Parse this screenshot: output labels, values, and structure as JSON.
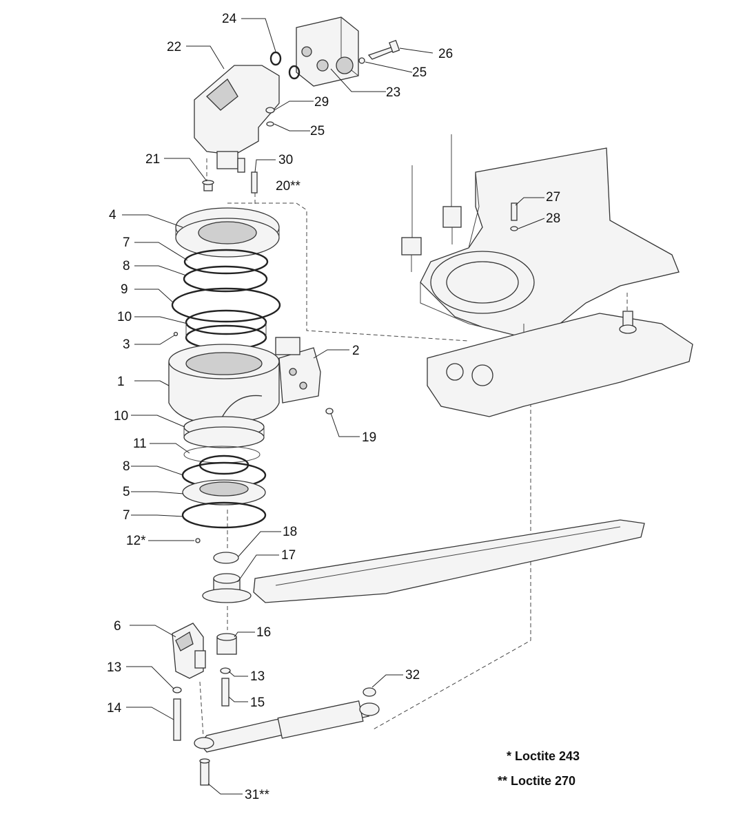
{
  "callouts": {
    "c1": "1",
    "c2": "2",
    "c3": "3",
    "c4": "4",
    "c5": "5",
    "c6": "6",
    "c7a": "7",
    "c7b": "7",
    "c8a": "8",
    "c8b": "8",
    "c9": "9",
    "c10a": "10",
    "c10b": "10",
    "c11": "11",
    "c12": "12*",
    "c13a": "13",
    "c13b": "13",
    "c14": "14",
    "c15": "15",
    "c16": "16",
    "c17": "17",
    "c18": "18",
    "c19": "19",
    "c20": "20**",
    "c21": "21",
    "c22": "22",
    "c23": "23",
    "c24": "24",
    "c25a": "25",
    "c25b": "25",
    "c26": "26",
    "c27": "27",
    "c28": "28",
    "c29": "29",
    "c30": "30",
    "c31": "31**",
    "c32": "32"
  },
  "notes": {
    "loctite_243": "* Loctite 243",
    "loctite_270": "** Loctite 270"
  },
  "colors": {
    "line": "#333333",
    "fill": "#f4f4f4",
    "shade": "#cfcfcf"
  }
}
